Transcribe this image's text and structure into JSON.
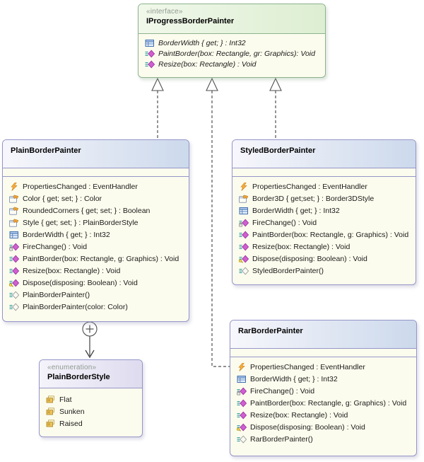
{
  "interface": {
    "stereotype": "«interface»",
    "name": "IProgressBorderPainter",
    "members": [
      {
        "icon": "field-table-icon",
        "text": "BorderWidth { get; } : Int32",
        "italic": true
      },
      {
        "icon": "method-icon",
        "text": "PaintBorder(box: Rectangle, gr: Graphics): Void",
        "italic": true
      },
      {
        "icon": "method-icon",
        "text": "Resize(box: Rectangle) : Void",
        "italic": true
      }
    ]
  },
  "classes": {
    "plain": {
      "name": "PlainBorderPainter",
      "members": [
        {
          "icon": "event-icon",
          "text": "PropertiesChanged : EventHandler"
        },
        {
          "icon": "property-icon",
          "text": "Color { get; set; } : Color"
        },
        {
          "icon": "property-icon",
          "text": "RoundedCorners { get; set; } : Boolean"
        },
        {
          "icon": "property-icon",
          "text": "Style { get; set; } : PlainBorderStyle"
        },
        {
          "icon": "field-table-icon",
          "text": "BorderWidth { get; } : Int32"
        },
        {
          "icon": "method-protected-icon",
          "text": "FireChange() : Void"
        },
        {
          "icon": "method-icon",
          "text": "PaintBorder(box: Rectangle, g: Graphics) : Void"
        },
        {
          "icon": "method-icon",
          "text": "Resize(box: Rectangle) : Void"
        },
        {
          "icon": "method-key-icon",
          "text": "Dispose(disposing: Boolean) : Void"
        },
        {
          "icon": "constructor-icon",
          "text": "PlainBorderPainter()"
        },
        {
          "icon": "constructor-icon",
          "text": "PlainBorderPainter(color: Color)"
        }
      ]
    },
    "styled": {
      "name": "StyledBorderPainter",
      "members": [
        {
          "icon": "event-icon",
          "text": "PropertiesChanged : EventHandler"
        },
        {
          "icon": "property-icon",
          "text": "Border3D { get;set; } : Border3DStyle"
        },
        {
          "icon": "field-table-icon",
          "text": "BorderWidth { get; } : Int32"
        },
        {
          "icon": "method-protected-icon",
          "text": "FireChange() : Void"
        },
        {
          "icon": "method-icon",
          "text": "PaintBorder(box: Rectangle, g: Graphics) : Void"
        },
        {
          "icon": "method-icon",
          "text": "Resize(box: Rectangle) : Void"
        },
        {
          "icon": "method-key-icon",
          "text": "Dispose(disposing: Boolean) : Void"
        },
        {
          "icon": "constructor-icon",
          "text": "StyledBorderPainter()"
        }
      ]
    },
    "rar": {
      "name": "RarBorderPainter",
      "members": [
        {
          "icon": "event-icon",
          "text": "PropertiesChanged : EventHandler"
        },
        {
          "icon": "field-table-icon",
          "text": "BorderWidth { get; } : Int32"
        },
        {
          "icon": "method-protected-icon",
          "text": "FireChange() : Void"
        },
        {
          "icon": "method-icon",
          "text": "PaintBorder(box: Rectangle, g: Graphics) : Void"
        },
        {
          "icon": "method-icon",
          "text": "Resize(box: Rectangle) : Void"
        },
        {
          "icon": "method-key-icon",
          "text": "Dispose(disposing: Boolean) : Void"
        },
        {
          "icon": "constructor-icon",
          "text": "RarBorderPainter()"
        }
      ]
    }
  },
  "enumeration": {
    "stereotype": "«enumeration»",
    "name": "PlainBorderStyle",
    "members": [
      {
        "icon": "enum-member-icon",
        "text": "Flat"
      },
      {
        "icon": "enum-member-icon",
        "text": "Sunken"
      },
      {
        "icon": "enum-member-icon",
        "text": "Raised"
      }
    ]
  },
  "relationships": [
    {
      "type": "realization",
      "from": "PlainBorderPainter",
      "to": "IProgressBorderPainter"
    },
    {
      "type": "realization",
      "from": "StyledBorderPainter",
      "to": "IProgressBorderPainter"
    },
    {
      "type": "realization",
      "from": "RarBorderPainter",
      "to": "IProgressBorderPainter"
    },
    {
      "type": "association",
      "from": "PlainBorderPainter",
      "to": "PlainBorderStyle",
      "toggle_glyph": "+"
    }
  ],
  "colors": {
    "class_border": "#9595c9",
    "class_header_gradient_end": "#ccd9ec",
    "interface_border": "#8cb48c",
    "interface_header": "#e7f3de",
    "enum_header": "#eae8f5",
    "body_background": "#fcfcee",
    "connector_line": "#4f4f4f",
    "method_diamond": "#d05fd0",
    "event_bolt": "#fcaf3b",
    "field_table_blue": "#3e6fb0"
  }
}
